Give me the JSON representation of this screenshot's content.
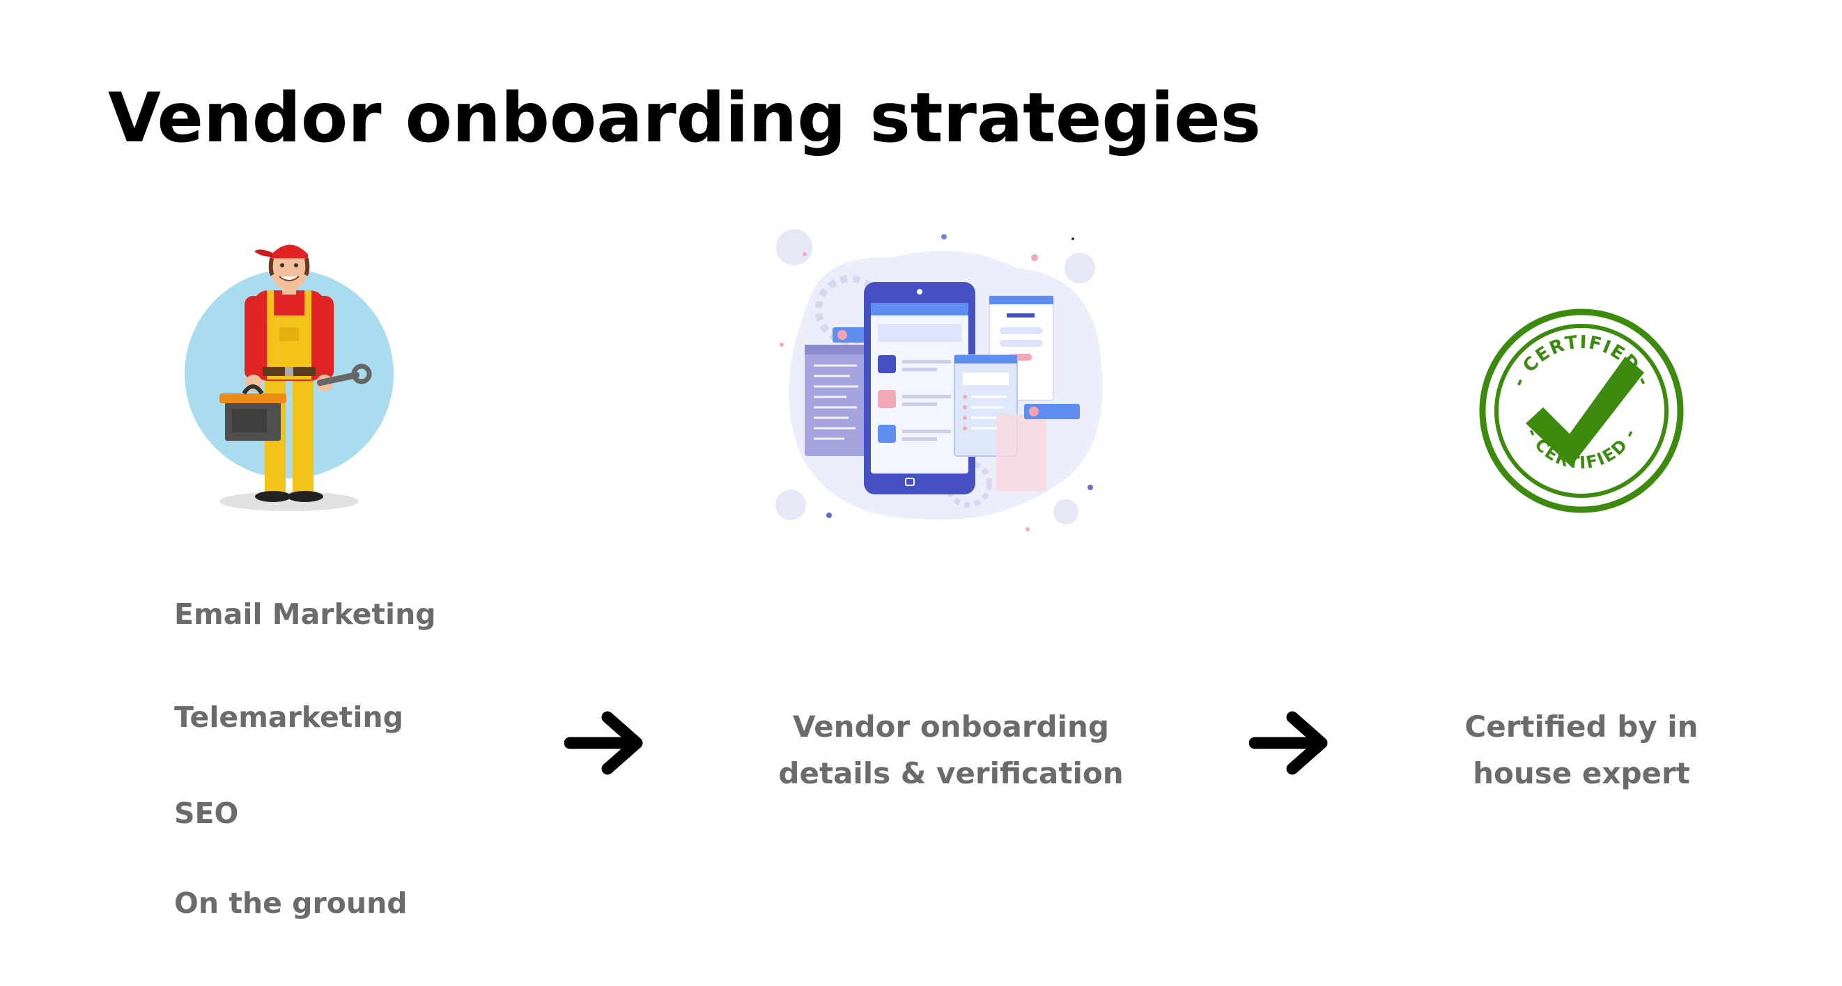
{
  "slide": {
    "title": "Vendor onboarding strategies"
  },
  "stages": [
    {
      "illustration": "handyman-vendor-illustration",
      "items": [
        "Email Marketing",
        "Telemarketing",
        "SEO",
        "On the ground"
      ]
    },
    {
      "illustration": "mobile-app-forms-illustration",
      "text_lines": [
        "Vendor onboarding",
        "details & verification"
      ]
    },
    {
      "illustration": "certified-stamp-icon",
      "text_lines": [
        "Certified by in",
        "house expert"
      ],
      "stamp_text": "CERTIFIED"
    }
  ],
  "connectors": [
    "right-arrow-icon",
    "right-arrow-icon"
  ],
  "colors": {
    "title": "#000000",
    "body_text": "#6b6b6b",
    "arrow": "#000000",
    "stamp_green": "#3c8a0e",
    "circle_blue": "#a9dcef",
    "phone_navy": "#4450c4"
  }
}
